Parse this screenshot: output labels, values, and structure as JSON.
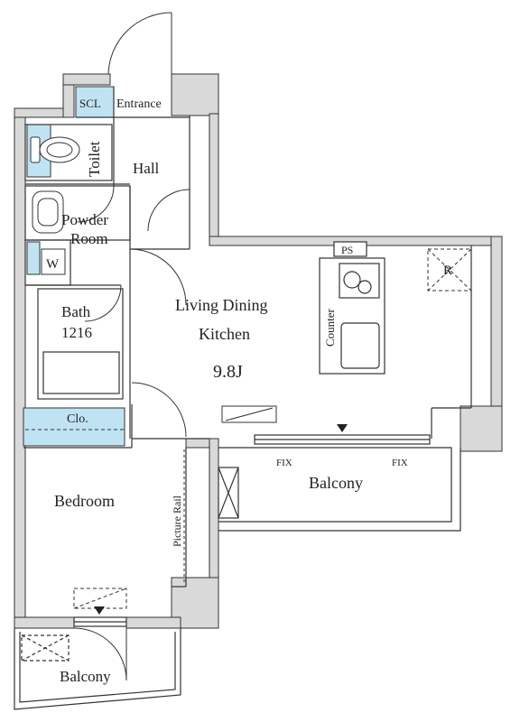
{
  "rooms": {
    "scl": "SCL",
    "entrance": "Entrance",
    "toilet": "Toilet",
    "hall": "Hall",
    "powder_room_line1": "Powder",
    "powder_room_line2": "Room",
    "washer": "W",
    "bath": "Bath",
    "bath_size": "1216",
    "ldk_line1": "Living Dining",
    "ldk_line2": "Kitchen",
    "ldk_area": "9.8J",
    "closet": "Clo.",
    "bedroom": "Bedroom",
    "picture_rail": "Picture Rail",
    "counter": "Counter",
    "ps": "PS",
    "refrigerator": "R",
    "balcony_main": "Balcony",
    "balcony_bedroom": "Balcony",
    "fix_left": "FIX",
    "fix_right": "FIX"
  },
  "colors": {
    "wall_fill": "#d9d9d9",
    "wall_stroke": "#333333",
    "wet_area_fill": "#bfe3f2",
    "line": "#333333"
  }
}
